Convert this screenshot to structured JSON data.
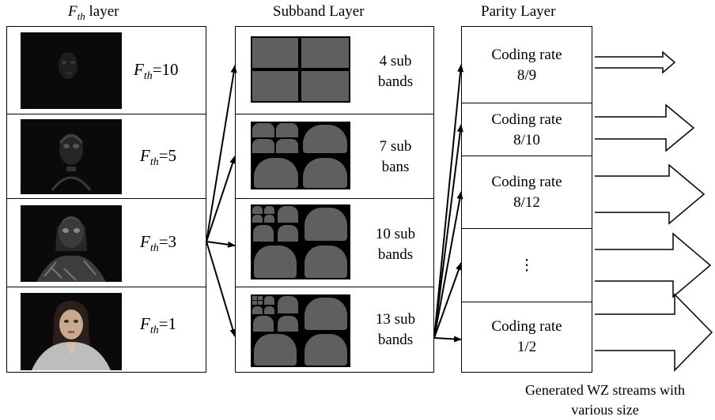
{
  "headers": {
    "fth_layer": {
      "symbol": "F",
      "subscript": "th",
      "suffix": " layer"
    },
    "subband_layer": "Subband Layer",
    "parity_layer": "Parity Layer"
  },
  "fth_rows": [
    {
      "symbol": "F",
      "subscript": "th",
      "value": "=10",
      "image": "face-thumbnail-dark"
    },
    {
      "symbol": "F",
      "subscript": "th",
      "value": "=5",
      "image": "face-thumbnail-partial"
    },
    {
      "symbol": "F",
      "subscript": "th",
      "value": "=3",
      "image": "face-thumbnail-textured"
    },
    {
      "symbol": "F",
      "subscript": "th",
      "value": "=1",
      "image": "face-thumbnail-full"
    }
  ],
  "subband_rows": [
    {
      "line1": "4 sub",
      "line2": "bands"
    },
    {
      "line1": "7 sub",
      "line2": "bans"
    },
    {
      "line1": "10 sub",
      "line2": "bands"
    },
    {
      "line1": "13 sub",
      "line2": "bands"
    }
  ],
  "parity_rows": [
    {
      "line1": "Coding rate",
      "line2": "8/9"
    },
    {
      "line1": "Coding rate",
      "line2": "8/10"
    },
    {
      "line1": "Coding rate",
      "line2": "8/12"
    },
    {
      "line1": "⋮",
      "line2": ""
    },
    {
      "line1": "Coding rate",
      "line2": "1/2"
    }
  ],
  "caption": {
    "line1": "Generated WZ streams  with",
    "line2": "various size"
  },
  "colors": {
    "line": "#000000",
    "subband_gray": "#5f5f5f",
    "background": "#ffffff"
  }
}
